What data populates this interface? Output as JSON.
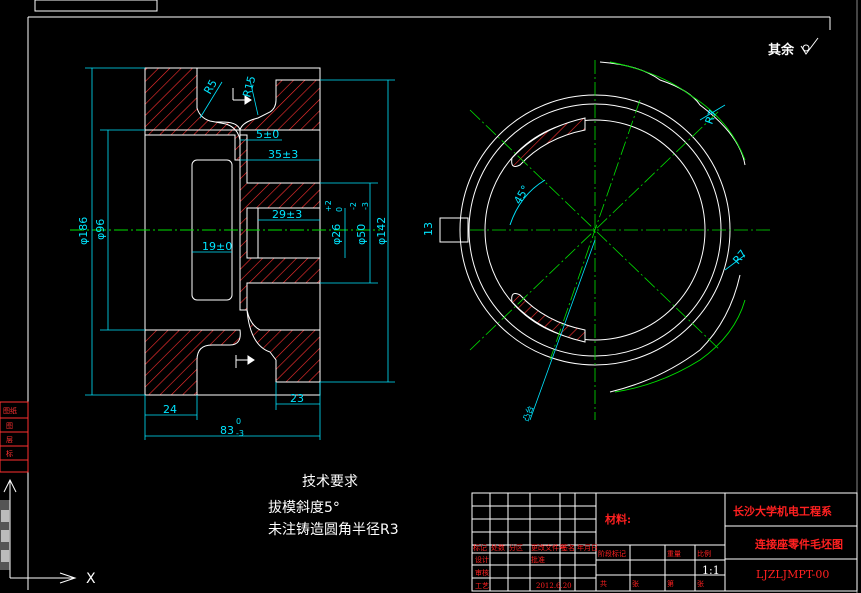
{
  "drawing": {
    "roughness_note": "其余",
    "dims_left": {
      "d1": "φ186",
      "d2": "φ96",
      "d3": "φ142",
      "d4": "φ50",
      "d4_tol_up": "-2",
      "d4_tol_low": "-3",
      "d5": "φ26",
      "d5_tol_up": "+2",
      "d5_tol_low": "0",
      "l1": "5±0",
      "l2": "35±3",
      "l3": "29±3",
      "l4": "19±0",
      "l5": "24",
      "l6": "23",
      "l7": "83",
      "l7_tol_up": "0",
      "l7_tol_low": "-3",
      "r1": "R5",
      "r2": "R15"
    },
    "dims_right": {
      "r1": "R7",
      "r2": "R7",
      "w": "13",
      "angle": "45°",
      "leader": "凸台"
    },
    "tech_req": {
      "title": "技术要求",
      "line1": "拔模斜度5°",
      "line2": "未注铸造圆角半径R3"
    },
    "title_block": {
      "material_label": "材料:",
      "school": "长沙大学机电工程系",
      "part_name": "连接座零件毛坯图",
      "drawing_no": "LJZLJMPT-00",
      "scale": "1:1",
      "row_labels": [
        "标记",
        "处数",
        "分区",
        "更改文件号",
        "签名",
        "年月日"
      ],
      "sign_labels": [
        "设计",
        "审核",
        "工艺",
        "批准"
      ],
      "stage_labels": [
        "阶段标记",
        "重量",
        "比例"
      ],
      "sheet_labels": [
        "共",
        "张",
        "第",
        "张"
      ],
      "date": "2012.6.20"
    },
    "cursor_label": "X",
    "side_panel": [
      "图纸",
      "图",
      "层",
      "标"
    ]
  },
  "colors": {
    "outline": "#ffffff",
    "hatch": "#ff3030",
    "dimension": "#00e5ff",
    "center": "#00e000",
    "title_red": "#ff2020",
    "text": "#ffffff"
  }
}
